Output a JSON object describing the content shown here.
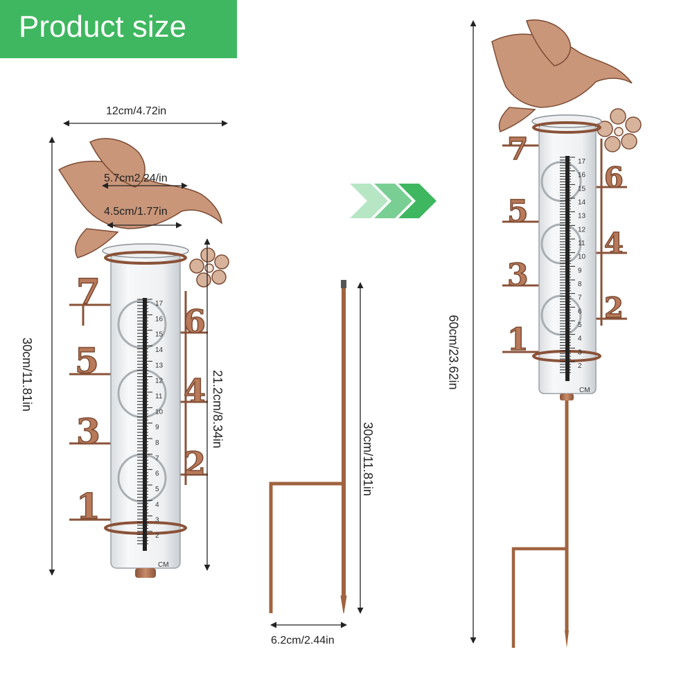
{
  "banner": {
    "title": "Product size"
  },
  "dimensions": {
    "left_width": "12cm/4.72in",
    "outer_diameter": "5.7cm2.24/in",
    "inner_diameter": "4.5cm/1.77in",
    "left_height": "30cm/11.81in",
    "tube_height": "21.2cm/8.34in",
    "stake_height": "30cm/11.81in",
    "stake_width": "6.2cm/2.44in",
    "total_height": "60cm/23.62in"
  },
  "gauge": {
    "unit": "CM",
    "scale_numbers": [
      "17",
      "16",
      "15",
      "14",
      "13",
      "12",
      "11",
      "10",
      "9",
      "8",
      "7",
      "6",
      "5",
      "4",
      "3",
      "2"
    ],
    "side_numbers_left": [
      "7",
      "5",
      "3",
      "1"
    ],
    "side_numbers_right": [
      "6",
      "4",
      "2"
    ]
  },
  "colors": {
    "banner": "#3fb760",
    "copper": "#b87a5a",
    "copper_dark": "#7b4a33",
    "arrow": "#3fb760"
  }
}
